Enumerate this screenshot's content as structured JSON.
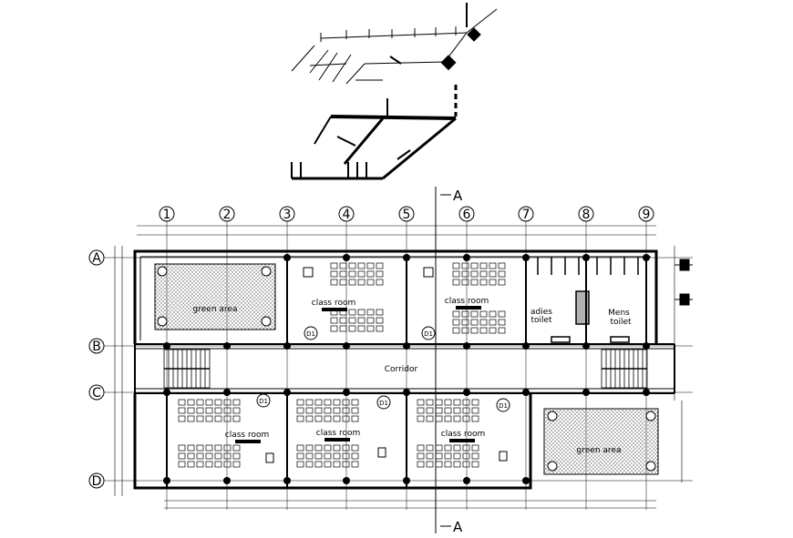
{
  "section": {
    "top": "A",
    "bottom": "A"
  },
  "grid_columns": [
    "1",
    "2",
    "3",
    "4",
    "5",
    "6",
    "7",
    "8",
    "9"
  ],
  "grid_rows": [
    "A",
    "B",
    "C",
    "D"
  ],
  "rooms": {
    "classroom_label": "class room",
    "corridor": "Corridor",
    "ladies_toilet_line1": "adies",
    "ladies_toilet_line2": "toilet",
    "mens_toilet_line1": "Mens",
    "mens_toilet_line2": "toilet",
    "open_area": "green area"
  },
  "doors": {
    "tag": "D1"
  },
  "colors": {
    "line": "#000000",
    "background": "#ffffff",
    "hatch": "#555555"
  }
}
